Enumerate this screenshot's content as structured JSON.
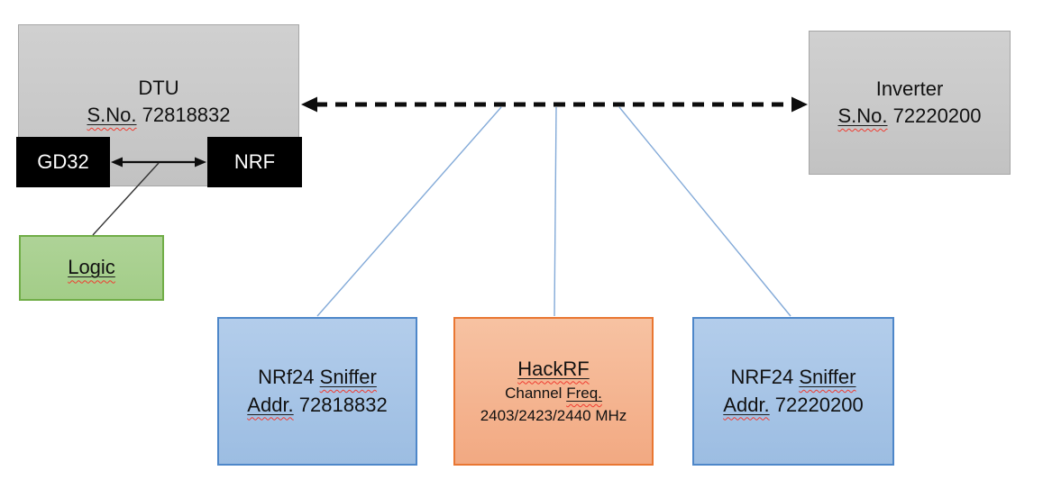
{
  "diagram": {
    "dtu": {
      "title": "DTU",
      "serial_label": "S.No.",
      "serial_value": "72818832"
    },
    "gd32": {
      "label": "GD32"
    },
    "nrf": {
      "label": "NRF"
    },
    "logic": {
      "label": "Logic"
    },
    "inverter": {
      "title": "Inverter",
      "serial_label": "S.No.",
      "serial_value": "72220200"
    },
    "sniffer_left": {
      "line1_word1": "NRf24",
      "line1_word2": "Sniffer",
      "line2_word1": "Addr.",
      "line2_word2": "72818832"
    },
    "hackrf": {
      "title": "HackRF",
      "line2_word1": "Channel",
      "line2_word2": "Freq.",
      "line3": "2403/2423/2440 MHz"
    },
    "sniffer_right": {
      "line1_word1": "NRF24",
      "line1_word2": "Sniffer",
      "line2_word1": "Addr.",
      "line2_word2": "72220200"
    },
    "colors": {
      "gray_fill": "#c9c9c9",
      "gray_border": "#a6a6a6",
      "black_box": "#000000",
      "green_fill": "#a9d08e",
      "green_border": "#70ad47",
      "blue_fill": "#a8c5e8",
      "blue_border": "#4e87c9",
      "orange_fill": "#f4b183",
      "orange_border": "#e97732",
      "connector_blue": "#83aad8",
      "arrow_black": "#0d0d0d",
      "squiggle_red": "#f03b30"
    }
  }
}
